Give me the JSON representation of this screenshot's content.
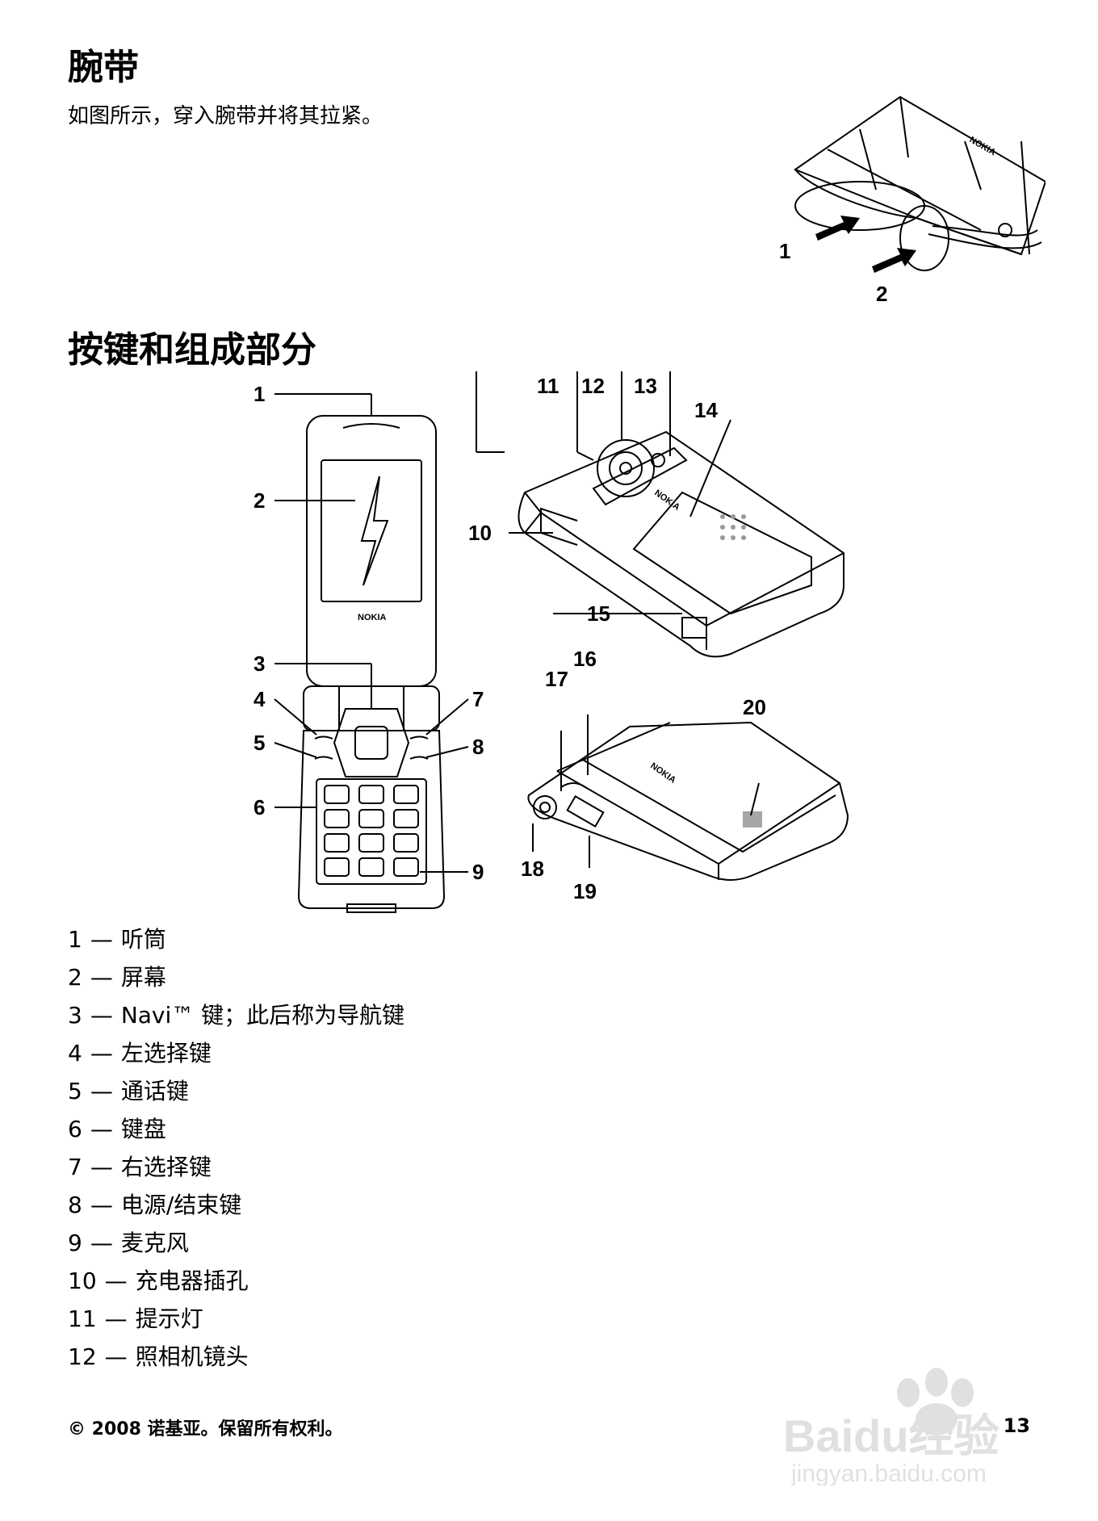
{
  "strap": {
    "title": "腕带",
    "text": "如图所示，穿入腕带并将其拉紧。",
    "callouts": [
      "1",
      "2"
    ],
    "brand": "NOKIA"
  },
  "keys": {
    "title": "按键和组成部分",
    "brand": "NOKIA",
    "figure_labels": [
      "1",
      "2",
      "3",
      "4",
      "5",
      "6",
      "7",
      "8",
      "9",
      "10",
      "11",
      "12",
      "13",
      "14",
      "15",
      "16",
      "17",
      "18",
      "19",
      "20"
    ],
    "items": [
      {
        "num": "1",
        "text": "听筒"
      },
      {
        "num": "2",
        "text": "屏幕"
      },
      {
        "num": "3",
        "text": "Navi™ 键；此后称为导航键"
      },
      {
        "num": "4",
        "text": "左选择键"
      },
      {
        "num": "5",
        "text": "通话键"
      },
      {
        "num": "6",
        "text": "键盘"
      },
      {
        "num": "7",
        "text": "右选择键"
      },
      {
        "num": "8",
        "text": "电源/结束键"
      },
      {
        "num": "9",
        "text": "麦克风"
      },
      {
        "num": "10",
        "text": "充电器插孔"
      },
      {
        "num": "11",
        "text": "提示灯"
      },
      {
        "num": "12",
        "text": "照相机镜头"
      }
    ],
    "dash": "—"
  },
  "footer": {
    "copyright": "© 2008 诺基亚。保留所有权利。",
    "page_number": "13"
  },
  "watermark": {
    "logo_text": "Baidu经验",
    "url": "jingyan.baidu.com"
  }
}
